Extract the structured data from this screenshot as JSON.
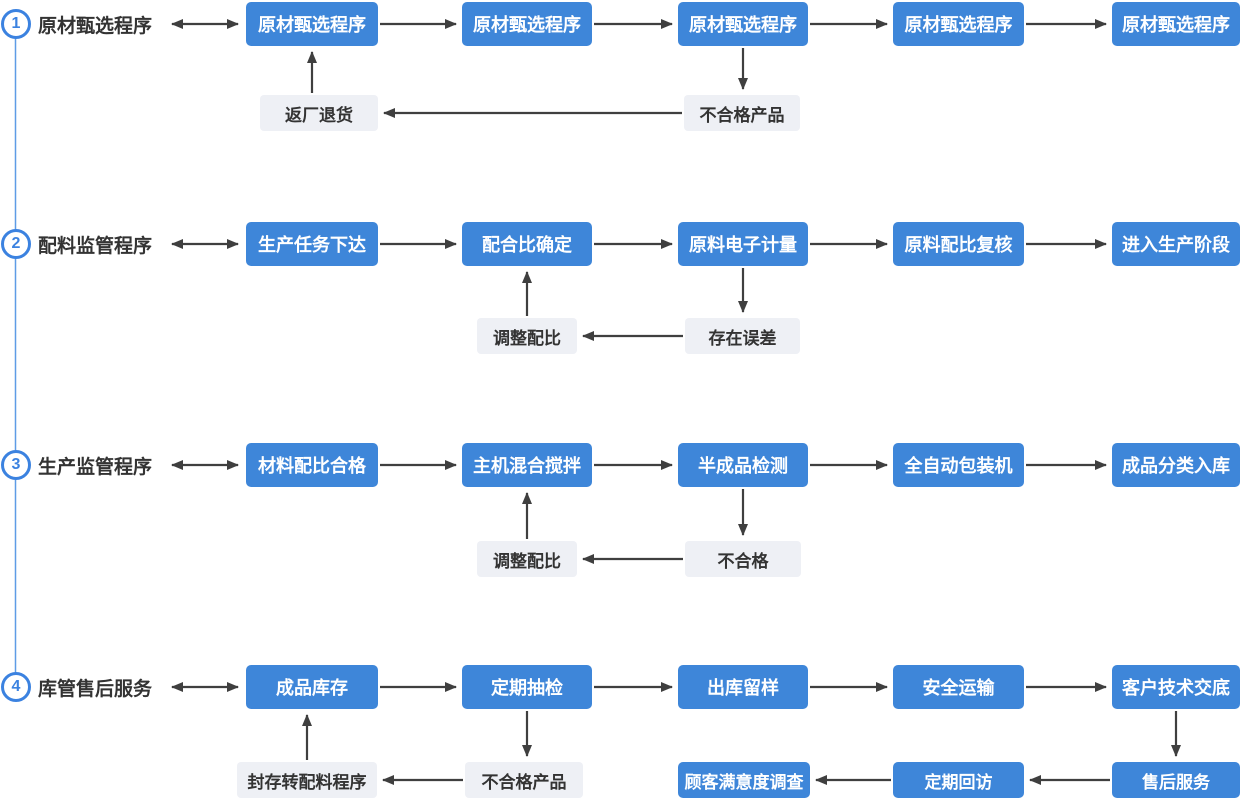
{
  "flow": {
    "rows": [
      {
        "num": "1",
        "label": "原材甄选程序",
        "steps": [
          "原材甄选程序",
          "原材甄选程序",
          "原材甄选程序",
          "原材甄选程序",
          "原材甄选程序"
        ],
        "feedback": {
          "return_box": "返厂退货",
          "reject_box": "不合格产品"
        }
      },
      {
        "num": "2",
        "label": "配料监管程序",
        "steps": [
          "生产任务下达",
          "配合比确定",
          "原料电子计量",
          "原料配比复核",
          "进入生产阶段"
        ],
        "feedback": {
          "return_box": "调整配比",
          "reject_box": "存在误差"
        }
      },
      {
        "num": "3",
        "label": "生产监管程序",
        "steps": [
          "材料配比合格",
          "主机混合搅拌",
          "半成品检测",
          "全自动包装机",
          "成品分类入库"
        ],
        "feedback": {
          "return_box": "调整配比",
          "reject_box": "不合格"
        }
      },
      {
        "num": "4",
        "label": "库管售后服务",
        "steps": [
          "成品库存",
          "定期抽检",
          "出库留样",
          "安全运输",
          "客户技术交底"
        ],
        "feedback": {
          "return_box": "封存转配料程序",
          "reject_box": "不合格产品"
        },
        "aftersales": {
          "survey": "顾客满意度调查",
          "revisit": "定期回访",
          "service": "售后服务"
        }
      }
    ],
    "colors": {
      "primary_blue": "#3E86D9",
      "accent_blue": "#3B82E0",
      "light_gray": "#EEF0F5",
      "arrow_dark": "#3F3F3F",
      "timeline_blue": "#5E9CE6"
    }
  }
}
